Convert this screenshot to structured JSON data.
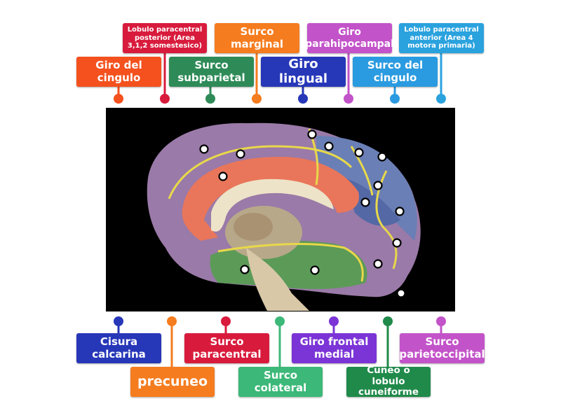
{
  "labels": [
    {
      "id": "giro-del-cingulo",
      "text": "Giro del\ncingulo",
      "color": "#f4511e"
    },
    {
      "id": "lobulo-paracentral-posterior",
      "text": "Lobulo paracentral\nposterior (Area\n3,1,2 somestesico)",
      "color": "#d81b3c"
    },
    {
      "id": "surco-subparietal",
      "text": "Surco\nsubparietal",
      "color": "#2e8b57"
    },
    {
      "id": "surco-marginal",
      "text": "Surco\nmarginal",
      "color": "#f57c1f"
    },
    {
      "id": "giro-lingual",
      "text": "Giro lingual",
      "color": "#2637b8"
    },
    {
      "id": "giro-parahipocampal",
      "text": "Giro\nparahipocampal",
      "color": "#c353c9"
    },
    {
      "id": "surco-del-cingulo",
      "text": "Surco del\ncingulo",
      "color": "#2a9be0"
    },
    {
      "id": "lobulo-paracentral-anterior",
      "text": "Lobulo paracentral\nanterior (Area 4\nmotora primaria)",
      "color": "#2aa2de"
    },
    {
      "id": "cisura-calcarina",
      "text": "Cisura\ncalcarina",
      "color": "#2637b8"
    },
    {
      "id": "precuneo",
      "text": "precuneo",
      "color": "#f57c1f"
    },
    {
      "id": "surco-paracentral",
      "text": "Surco\nparacentral",
      "color": "#d81b3c"
    },
    {
      "id": "surco-colateral",
      "text": "Surco\ncolateral",
      "color": "#3cb878"
    },
    {
      "id": "giro-frontal-medial",
      "text": "Giro frontal\nmedial",
      "color": "#7b34d6"
    },
    {
      "id": "cuneo-lobulo-cuneiforme",
      "text": "Cuneo o lobulo\ncuneiforme",
      "color": "#208a4a"
    },
    {
      "id": "surco-parietoccipital",
      "text": "Surco\nparietoccipital",
      "color": "#c353c9"
    }
  ]
}
